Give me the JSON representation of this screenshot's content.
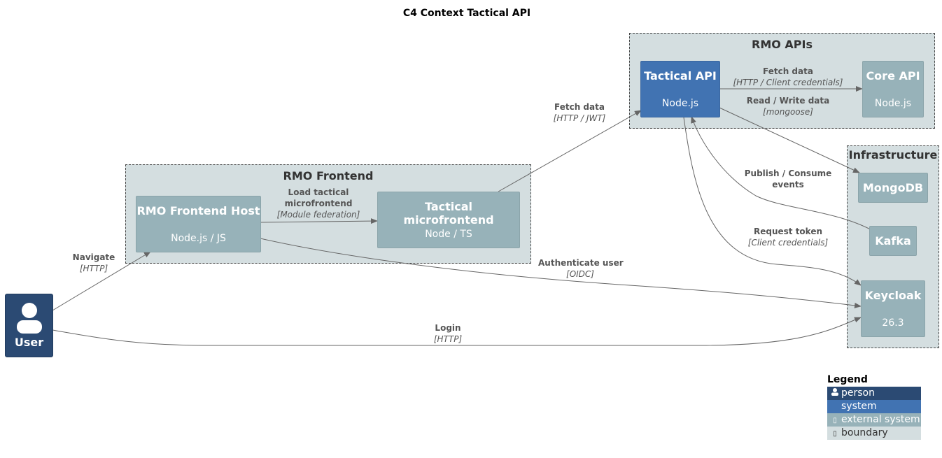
{
  "title": "C4 Context Tactical API",
  "boundaries": {
    "rmo_frontend": "RMO Frontend",
    "rmo_apis": "RMO APIs",
    "infrastructure": "Infrastructure"
  },
  "nodes": {
    "user": {
      "name": "User",
      "icon": "person-icon"
    },
    "frontend_host": {
      "name": "RMO Frontend Host",
      "tech": "Node.js / JS"
    },
    "tactical_mf": {
      "name": "Tactical microfrontend",
      "tech": "Node / TS"
    },
    "tactical_api": {
      "name": "Tactical API",
      "tech": "Node.js"
    },
    "core_api": {
      "name": "Core API",
      "tech": "Node.js"
    },
    "mongodb": {
      "name": "MongoDB"
    },
    "kafka": {
      "name": "Kafka"
    },
    "keycloak": {
      "name": "Keycloak",
      "tech": "26.3"
    }
  },
  "relations": {
    "navigate": {
      "label": "Navigate",
      "tech": "[HTTP]"
    },
    "load_mf": {
      "label_1": "Load tactical",
      "label_2": "microfrontend",
      "tech": "[Module federation]"
    },
    "fetch_data_jwt": {
      "label": "Fetch data",
      "tech": "[HTTP / JWT]"
    },
    "fetch_data_cc": {
      "label": "Fetch data",
      "tech": "[HTTP / Client credentials]"
    },
    "read_write": {
      "label": "Read / Write data",
      "tech": "[mongoose]"
    },
    "publish_consume": {
      "label_1": "Publish / Consume",
      "label_2": "events"
    },
    "request_token": {
      "label": "Request token",
      "tech": "[Client credentials]"
    },
    "authenticate": {
      "label": "Authenticate user",
      "tech": "[OIDC]"
    },
    "login": {
      "label": "Login",
      "tech": "[HTTP]"
    }
  },
  "legend": {
    "title": "Legend",
    "person": "person",
    "system": "system",
    "external_system": "external system",
    "boundary": "boundary"
  },
  "colors": {
    "person": "#2b4a73",
    "system": "#4173b2",
    "external_system": "#97b2b9",
    "boundary": "#d4dee0",
    "edge": "#666666"
  }
}
